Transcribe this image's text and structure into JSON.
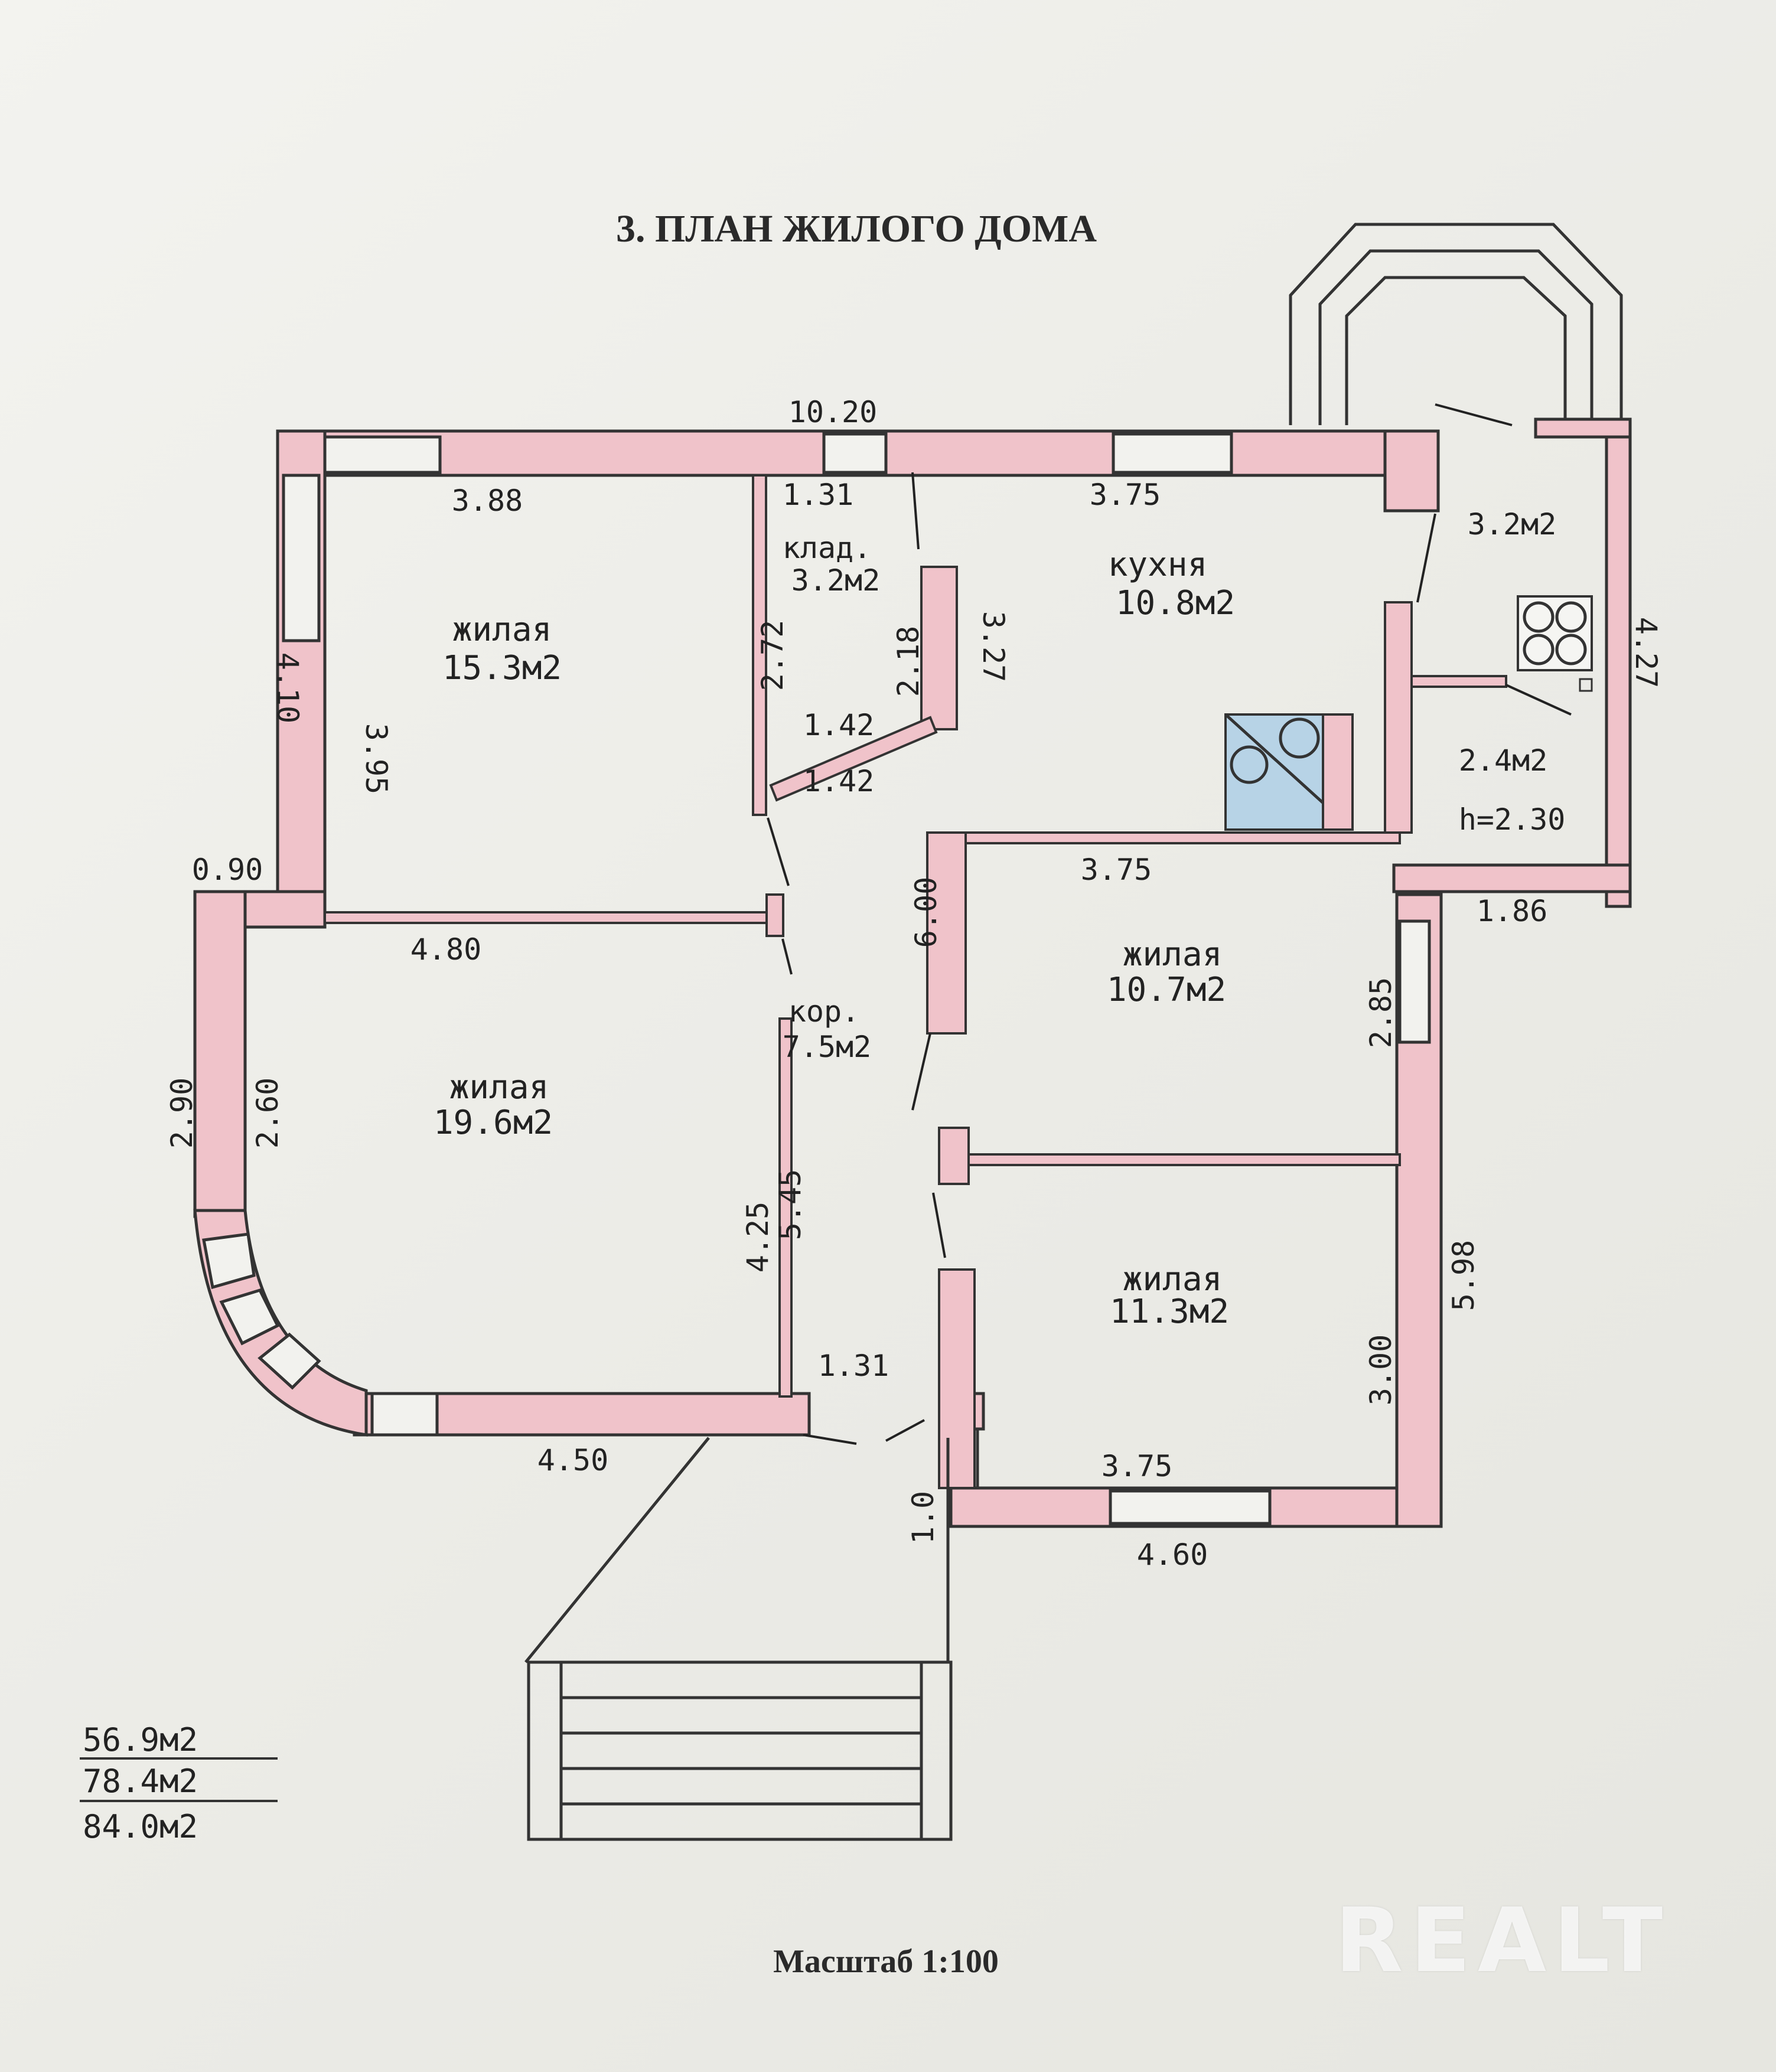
{
  "title": "3. ПЛАН ЖИЛОГО ДОМА",
  "scale_label": "Масштаб 1:100",
  "watermark": "REALT",
  "rooms": {
    "living_nw": {
      "name": "жилая",
      "area": "15.3м2"
    },
    "storage": {
      "name": "клад.",
      "area": "3.2м2"
    },
    "kitchen": {
      "name": "кухня",
      "area": "10.8м2"
    },
    "living_sw": {
      "name": "жилая",
      "area": "19.6м2"
    },
    "corridor": {
      "name": "кор.",
      "area": "7.5м2"
    },
    "living_e1": {
      "name": "жилая",
      "area": "10.7м2"
    },
    "living_e2": {
      "name": "жилая",
      "area": "11.3м2"
    },
    "annex_top": {
      "area": "3.2м2"
    },
    "annex_bottom": {
      "area": "2.4м2",
      "height": "h=2.30"
    }
  },
  "dimensions": {
    "top_total": "10.20",
    "nw_top": "3.88",
    "storage_top": "1.31",
    "kitchen_top": "3.75",
    "left_upper_outer": "4.10",
    "nw_height": "3.95",
    "storage_h1": "2.72",
    "storage_h2": "2.18",
    "storage_h3": "3.27",
    "storage_d1": "1.42",
    "storage_d2": "1.42",
    "step_offset": "0.90",
    "sw_top": "4.80",
    "corridor_len": "6.00",
    "e1_top": "3.75",
    "left_lower_outer": "2.90",
    "sw_left": "2.60",
    "corridor_h1": "4.25",
    "corridor_h2": "5.45",
    "e1_height": "2.85",
    "annex_outer": "4.27",
    "annex_bottom_w": "1.86",
    "right_outer": "5.98",
    "e2_height": "3.00",
    "door_width": "1.31",
    "sw_bottom": "4.50",
    "porch": "1.0",
    "e2_inner": "3.75",
    "e2_outer": "4.60"
  },
  "areas": [
    "56.9м2",
    "78.4м2",
    "84.0м2"
  ],
  "colors": {
    "wall_fill": "#f0c3ca",
    "tile_blue": "#b7d3e6",
    "ink": "#222222"
  }
}
